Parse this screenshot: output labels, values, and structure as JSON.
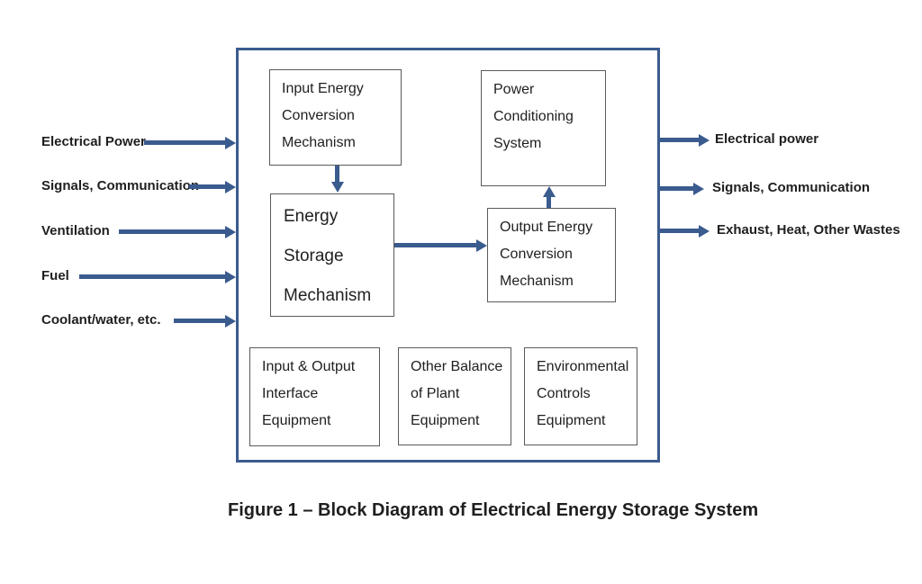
{
  "colors": {
    "accent_blue": "#3A5B8E",
    "box_border": "#5A5A5A",
    "text_color": "#1F1F1F",
    "background": "#FFFFFF"
  },
  "figure": {
    "caption": "Figure 1 – Block Diagram of Electrical Energy Storage System"
  },
  "diagram": {
    "inputs": [
      "Electrical Power",
      "Signals, Communication",
      "Ventilation",
      "Fuel",
      "Coolant/water, etc."
    ],
    "outputs": [
      "Electrical power",
      "Signals, Communication",
      "Exhaust, Heat, Other Wastes"
    ],
    "blocks": {
      "input_energy_conversion": "Input Energy\nConversion\nMechanism",
      "power_conditioning": "Power\nConditioning\nSystem",
      "energy_storage": "Energy\nStorage\nMechanism",
      "output_energy_conversion": "Output Energy\nConversion\nMechanism",
      "io_interface": "Input & Output\nInterface\nEquipment",
      "balance_of_plant": "Other Balance\nof Plant\nEquipment",
      "environmental_controls": "Environmental\nControls\nEquipment"
    }
  }
}
